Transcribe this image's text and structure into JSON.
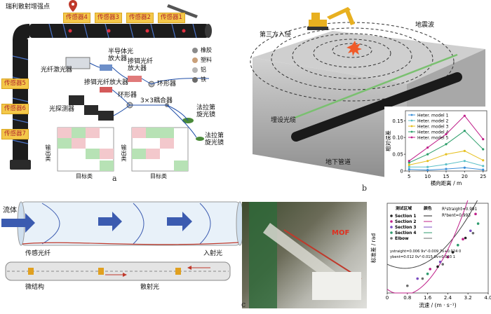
{
  "panel_a": {
    "top_title": "瑞利散射增强点",
    "sensors_top": [
      "传感器4",
      "传感器3",
      "传感器2",
      "传感器1"
    ],
    "sensors_left": [
      "传感器5",
      "传感器6",
      "传感器7"
    ],
    "components": {
      "fiber_laser": "光纤激光器",
      "soa": "半导体光\n放大器",
      "edfa_1": "掺铒光纤\n放大器",
      "edfa_2": "掺铒光纤放大器",
      "circulator_1": "环形器",
      "circulator_2": "环形器",
      "detector": "光探测器",
      "coupler": "3×3耦合器",
      "faraday_1": "法拉第\n旋光镜",
      "faraday_2": "法拉第\n旋光镜"
    },
    "legend": [
      "橡胶",
      "塑料",
      "铝",
      "铁"
    ],
    "matrix_axis_y": "输出类",
    "matrix_axis_x": "目标类",
    "label": "a"
  },
  "panel_b": {
    "labels": {
      "third_party": "第三方入侵",
      "seismic": "地震波",
      "cable": "埋设光缆",
      "pipe": "地下管道"
    },
    "label": "b"
  },
  "panel_c": {
    "fluid": "流体",
    "sensing_fiber": "传感光纤",
    "incident": "入射光",
    "microstructure": "微结构",
    "scattered": "散射光",
    "photo_text": "MOF",
    "label": "c"
  },
  "chart_data": [
    {
      "type": "line",
      "xlabel": "横向距离 / m",
      "ylabel": "相对误差",
      "x": [
        5,
        10,
        15,
        20,
        25
      ],
      "xticks": [
        "5",
        "10",
        "15",
        "20",
        "25"
      ],
      "yticks": [
        "0",
        "0.05",
        "0.10",
        "0.15"
      ],
      "xlim": [
        4,
        26
      ],
      "ylim": [
        0,
        0.18
      ],
      "series": [
        {
          "name": "Heter. model 1",
          "color": "#3b8fd8",
          "values": [
            0.005,
            0.003,
            0.006,
            0.01,
            0.004
          ]
        },
        {
          "name": "Heter. model 2",
          "color": "#5bc0c8",
          "values": [
            0.012,
            0.012,
            0.02,
            0.03,
            0.015
          ]
        },
        {
          "name": "Heter. model 3",
          "color": "#e6c020",
          "values": [
            0.018,
            0.03,
            0.05,
            0.06,
            0.032
          ]
        },
        {
          "name": "Heter. model 4",
          "color": "#2c9e6a",
          "values": [
            0.025,
            0.05,
            0.08,
            0.12,
            0.065
          ]
        },
        {
          "name": "Heter. model 5",
          "color": "#c0208a",
          "values": [
            0.03,
            0.07,
            0.11,
            0.165,
            0.095
          ]
        }
      ],
      "legend_position": "top-left"
    },
    {
      "type": "scatter",
      "xlabel": "流速 / (m · s⁻¹)",
      "ylabel": "标准差 / rad",
      "xticks": [
        "0",
        "0.8",
        "1.6",
        "2.4",
        "3.2",
        "4.0"
      ],
      "xlim": [
        0,
        4.0
      ],
      "legend_title": "测试区域",
      "legend_color_header": "颜色",
      "series": [
        {
          "name": "Section 1",
          "color": "#222222",
          "x": [
            2.0,
            2.6,
            3.1
          ],
          "y": [
            0.022,
            0.034,
            0.046
          ]
        },
        {
          "name": "Section 2",
          "color": "#c0208a",
          "x": [
            1.7,
            2.4,
            3.0,
            3.5
          ],
          "y": [
            0.02,
            0.03,
            0.045,
            0.066
          ]
        },
        {
          "name": "Section 3",
          "color": "#7a4bc0",
          "x": [
            1.2,
            2.1,
            3.3
          ],
          "y": [
            0.012,
            0.026,
            0.052
          ]
        },
        {
          "name": "Section 4",
          "color": "#2e9b6e",
          "x": [
            1.6,
            2.8,
            3.6
          ],
          "y": [
            0.016,
            0.04,
            0.058
          ]
        },
        {
          "name": "Elbow",
          "color": "#6a6a6a",
          "x": [
            0.8,
            1.4,
            2.2,
            3.4
          ],
          "y": [
            0.006,
            0.012,
            0.024,
            0.05
          ]
        }
      ],
      "annotations": {
        "r2_straight": "R²straight=0.991",
        "r2_bent": "R²bent=0.993",
        "eq_straight": "ystraight=0.006 9v²-0.009 7v+0.024 0",
        "eq_bent": "ybent=0.012 0v²-0.015 0v+0.003 1"
      }
    }
  ],
  "colors": {
    "sensor_tag_bg": "#f4c84a",
    "sensor_tag_text": "#b0232a",
    "pipe": "#1c1c1c",
    "fiber": "#1f4ea8",
    "arrow_blue": "#3b5bb0"
  }
}
